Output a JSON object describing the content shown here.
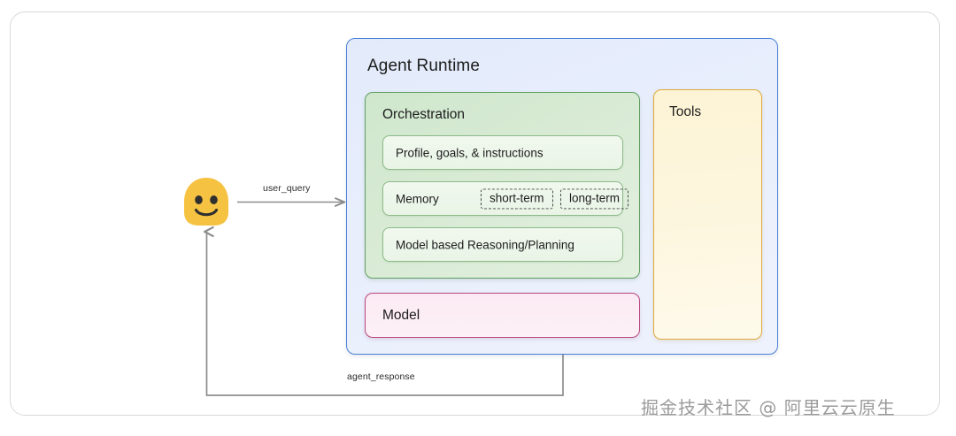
{
  "diagram": {
    "runtime": {
      "title": "Agent Runtime",
      "border_color": "#4a7fd4",
      "fill_color": "#e8eefc"
    },
    "orchestration": {
      "title": "Orchestration",
      "border_color": "#5f9e62",
      "fill_color": "#d7ead3",
      "rows": [
        {
          "label": "Profile, goals, & instructions",
          "badges": []
        },
        {
          "label": "Memory",
          "badges": [
            "short-term",
            "long-term"
          ]
        },
        {
          "label": "Model based Reasoning/Planning",
          "badges": []
        }
      ]
    },
    "model": {
      "title": "Model",
      "border_color": "#b8477f",
      "fill_color": "#fbeaf3"
    },
    "tools": {
      "title": "Tools",
      "border_color": "#e0a93c",
      "fill_color": "#fdf4d6"
    },
    "actor": {
      "icon": "smiling-face-emoji",
      "face_color": "#f5c242",
      "feature_color": "#2f2f2f"
    },
    "flows": [
      {
        "label": "user_query",
        "direction": "actor-to-runtime",
        "color": "#8d8d8d"
      },
      {
        "label": "agent_response",
        "direction": "model-to-actor",
        "color": "#8d8d8d"
      }
    ]
  },
  "watermark": {
    "text": "掘金技术社区 @ 阿里云云原生",
    "color": "#9b9b9b"
  }
}
